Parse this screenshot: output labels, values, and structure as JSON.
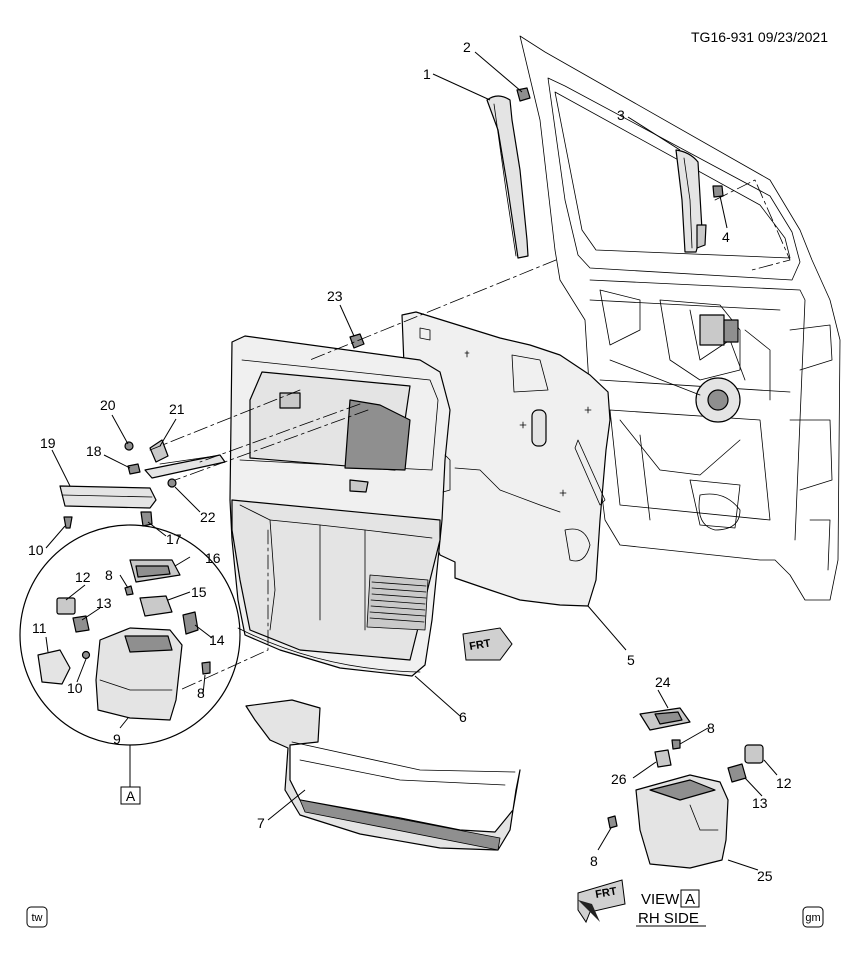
{
  "header": {
    "figure_id": "TG16-931 09/23/2021"
  },
  "callouts": {
    "c1": "1",
    "c2": "2",
    "c3": "3",
    "c4": "4",
    "c5": "5",
    "c6": "6",
    "c7": "7",
    "c8a": "8",
    "c8b": "8",
    "c8c": "8",
    "c8d": "8",
    "c9": "9",
    "c10a": "10",
    "c10b": "10",
    "c11": "11",
    "c12a": "12",
    "c12b": "12",
    "c13a": "13",
    "c13b": "13",
    "c14": "14",
    "c15": "15",
    "c16": "16",
    "c17": "17",
    "c18": "18",
    "c19": "19",
    "c20": "20",
    "c21": "21",
    "c22": "22",
    "c23": "23",
    "c24": "24",
    "c25": "25",
    "c26": "26"
  },
  "view_box_letter": "A",
  "view_label": {
    "view_word": "VIEW",
    "view_letter": "A",
    "side": "RH SIDE"
  },
  "frt_arrows": {
    "label_1": "FRT",
    "label_2": "FRT"
  },
  "badges": {
    "left": "tw",
    "right": "gm"
  }
}
